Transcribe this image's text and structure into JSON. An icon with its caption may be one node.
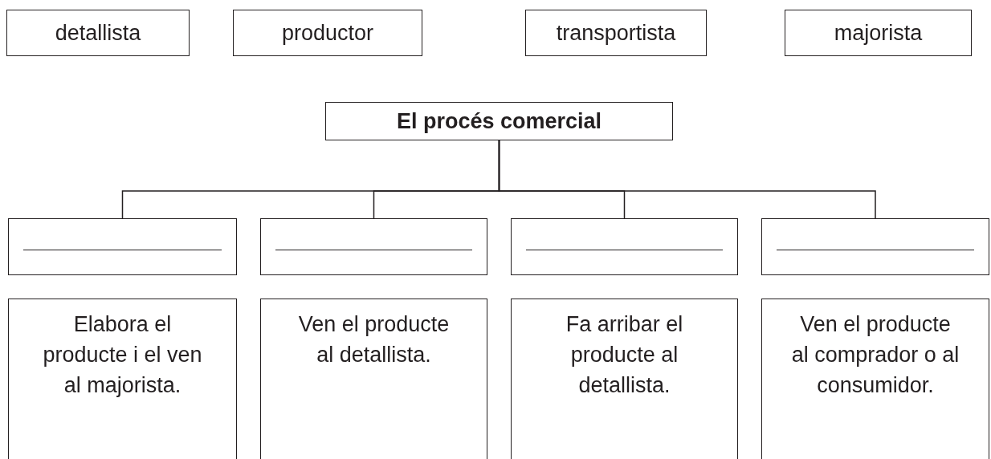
{
  "diagram": {
    "nodes": [
      {
        "text": [
          "detallista"
        ]
      },
      {
        "text": [
          "productor"
        ]
      },
      {
        "text": [
          "transportista"
        ]
      },
      {
        "text": [
          "majorista"
        ]
      },
      {
        "text": [
          "El procés comercial"
        ]
      },
      {
        "text": [],
        "shape": "box"
      },
      {
        "text": [],
        "shape": "box"
      },
      {
        "text": [],
        "shape": "box"
      },
      {
        "text": [],
        "shape": "box"
      },
      {
        "text": [
          "Elabora el producte i el ven al majorista."
        ]
      },
      {
        "text": [
          "Ven el producte al detallista."
        ]
      },
      {
        "text": [
          "Fa arribar el producte al detallista."
        ]
      },
      {
        "text": [
          "Ven el producte al comprador o al consumidor."
        ]
      }
    ],
    "edges": [
      {
        "from": 4,
        "to": 5,
        "arrow": "none"
      },
      {
        "from": 4,
        "to": 6,
        "arrow": "none"
      },
      {
        "from": 4,
        "to": 7,
        "arrow": "none"
      },
      {
        "from": 4,
        "to": 8,
        "arrow": "none"
      }
    ]
  }
}
